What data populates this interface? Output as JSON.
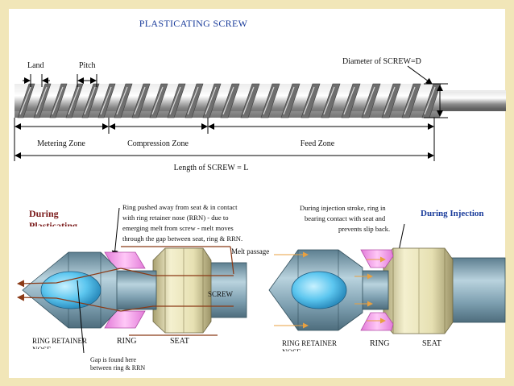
{
  "top": {
    "title": "PLASTICATING SCREW",
    "land": "Land",
    "pitch": "Pitch",
    "diameter": "Diameter of SCREW=D",
    "metering_zone": "Metering Zone",
    "compression_zone": "Compression Zone",
    "feed_zone": "Feed Zone",
    "length": "Length of  SCREW = L"
  },
  "left_panel": {
    "title_line1": "During",
    "title_line2": "Plasticating",
    "note_lines": [
      "Ring pushed away from seat & in contact",
      "with ring retainer nose (RRN)  - due to",
      "emerging melt from screw - melt moves",
      "through the gap between seat, ring & RRN."
    ],
    "melt_passage": "Melt passage",
    "screw_label": "SCREW",
    "ring_retainer_line1": "RING RETAINER",
    "ring_retainer_line2": "NOSE",
    "ring": "RING",
    "seat": "SEAT",
    "gap_line1": "Gap is found here",
    "gap_line2": "between ring & RRN"
  },
  "right_panel": {
    "title": "During Injection",
    "note_lines": [
      "During injection stroke, ring in",
      "bearing contact with seat and",
      "prevents slip back."
    ],
    "ring_retainer_line1": "RING RETAINER",
    "ring_retainer_line2": "NOSE",
    "ring": "RING",
    "seat": "SEAT"
  },
  "colors": {
    "background": "#f1e6b8",
    "title_blue": "#1a3c9b",
    "ring_pink": "#f5a0ee",
    "seat_yellow": "#f2eec8",
    "body_steel": "#7d9fb0",
    "nose_blue": "#5cc6ef",
    "arrow_brown": "#8b3a16",
    "dim_black": "#000000"
  }
}
